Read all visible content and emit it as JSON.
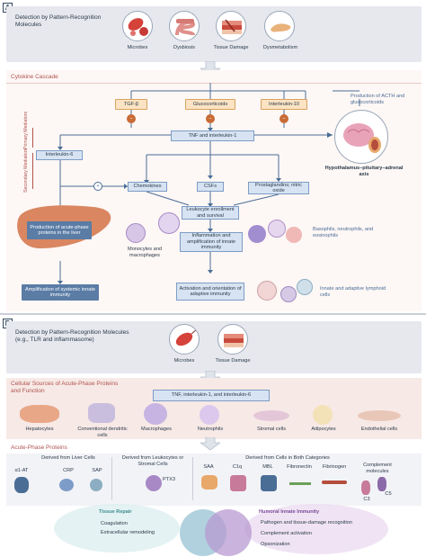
{
  "panel_a": {
    "letter": "A",
    "header": "Detection by Pattern-Recognition Molecules",
    "triggers": [
      "Microbes",
      "Dysbiosis",
      "Tissue Damage",
      "Dysmetabolism"
    ],
    "cascade_title": "Cytokine Cascade",
    "tgf": "TGF-β",
    "gluco": "Glucocorticoids",
    "il10": "Interleukin-10",
    "acth_note": "Production of ACTH and glucocorticoids",
    "tnf": "TNF and interleukin-1",
    "primary_mediators": "Primary Mediators",
    "secondary_mediators": "Secondary Mediators",
    "il6": "Interleukin-6",
    "hpa": "Hypothalamus–pituitary–adrenal axis",
    "chemokines": "Chemokines",
    "csfs": "CSFs",
    "prostaglandins": "Prostaglandins; nitric oxide",
    "acute_phase_liver": "Production of acute-phase proteins in the liver",
    "leukocyte": "Leukocyte enrollment and survival",
    "monocytes": "Monocytes and macrophages",
    "basophils": "Basophils, neutrophils, and eosinophils",
    "inflammation": "Inflammation and amplification of innate immunity",
    "amplification": "Amplification of systemic innate immunity",
    "activation": "Activation and orientation of adaptive immunity",
    "lymphoid": "Innate and adaptive lymphoid cells",
    "minus_sign": "−",
    "plus_sign": "+"
  },
  "panel_b": {
    "letter": "B",
    "header": "Detection by Pattern-Recognition Molecules",
    "header_sub": "(e.g., TLR and inflammasome)",
    "triggers": [
      "Microbes",
      "Tissue Damage"
    ],
    "sources_title": "Cellular Sources of Acute-Phase Proteins and Function",
    "tnf_il": "TNF, interleukin-1, and interleukin-6",
    "cells": [
      "Hepatocytes",
      "Conventional dendritic cells",
      "Macrophages",
      "Neutrophils",
      "Stromal cells",
      "Adipocytes",
      "Endothelial cells"
    ],
    "app_title": "Acute-Phase Proteins",
    "liver_derived": "Derived from Liver Cells",
    "leuk_derived": "Derived from Leukocytes or Stromal Cells",
    "both_derived": "Derived from Cells in Both Categories",
    "liver_proteins": [
      "α1-AT",
      "CRP",
      "SAP"
    ],
    "leuk_proteins": [
      "PTX3"
    ],
    "both_proteins": [
      "SAA",
      "C1q",
      "MBL",
      "Fibronectin",
      "Fibrinogen",
      "Complement molecules"
    ],
    "c5": "C5",
    "c3": "C3",
    "repair_title": "Tissue Repair",
    "repair_items": [
      "Coagulation",
      "Extracellular remodeling"
    ],
    "humoral_title": "Humoral Innate Immunity",
    "humoral_items": [
      "Pathogen and tissue-damage recognition",
      "Complement activation",
      "Opsonization"
    ]
  },
  "colors": {
    "accent_red": "#b0534f",
    "navy": "#4a6d96",
    "orange_box": "#fbe3c3",
    "header_gray": "#e6e8ee"
  }
}
